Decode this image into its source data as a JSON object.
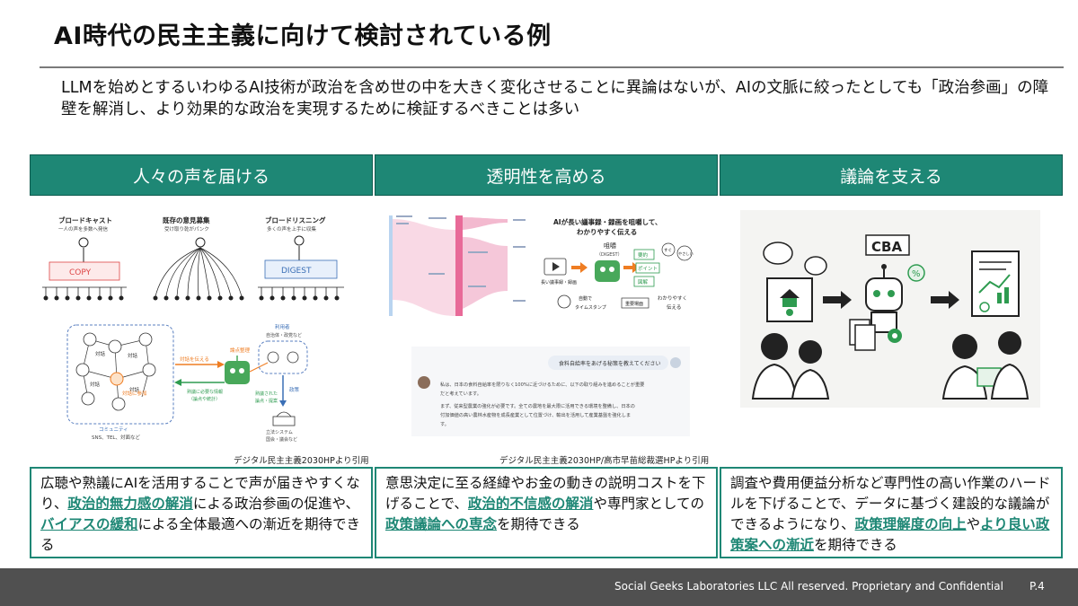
{
  "title": "AI時代の民主主義に向けて検討されている例",
  "intro": "LLMを始めとするいわゆるAI技術が政治を含め世の中を大きく変化させることに異論はないが、AIの文脈に絞ったとしても「政治参画」の障壁を解消し、より効果的な政治を実現するために検証するべきことは多い",
  "columns": [
    {
      "header": "人々の声を届ける",
      "credit": "デジタル民主主義2030HPより引用",
      "desc": {
        "p1": "広聴や熟議にAIを活用することで声が届きやすくなり、",
        "h1": "政治的無力感の解消",
        "p2": "による政治参画の促進や、",
        "h2": "バイアスの緩和",
        "p3": "による全体最適への漸近を期待できる"
      },
      "illus": {
        "broadcast_title": "ブロードキャスト",
        "broadcast_sub": "一人の声を多数へ発信",
        "existing_title": "既存の意見募集",
        "existing_sub": "受け取り乾がパンク",
        "listening_title": "ブロードリスニング",
        "listening_sub": "多くの声を上手に収集",
        "copy_label": "COPY",
        "digest_label": "DIGEST",
        "dialog_label": "対話",
        "convey_label": "対話を伝える",
        "join_label": "対話に参加",
        "issues_label": "論点整理",
        "needed_info": "熟議に必要な情報",
        "needed_info_sub": "（論点や統計）",
        "clustered": "熟議された",
        "clustered_sub": "論点・提案",
        "user_label": "利用者",
        "user_sub": "自治体・政党など",
        "policy_label": "政策",
        "legislature": "立法システム",
        "legislature_sub": "国会・議会など",
        "community_label": "コミュニティ",
        "community_sub": "SNS、TEL、対面など"
      }
    },
    {
      "header": "透明性を高める",
      "credit": "デジタル民主主義2030HP/高市早苗総裁選HPより引用",
      "desc": {
        "p1": "意思決定に至る経緯やお金の動きの説明コストを下げることで、",
        "h1": "政治的不信感の解消",
        "p2": "や専門家としての",
        "h2": "政策議論への専念",
        "p3": "を期待できる"
      },
      "illus": {
        "digest_title": "AIが長い議事録・録画を咀嚼して、",
        "digest_title2": "わかりやすく伝える",
        "chew_label": "咀嚼",
        "chew_sub": "（DIGEST）",
        "summary_tag": "要約",
        "point_tag": "ポイント",
        "diagram_tag": "図解",
        "minutes_label": "長い議事録・録画",
        "auto_label": "自動で",
        "timestamp_label": "タイムスタンプ",
        "key_label": "重要場面",
        "clear_label": "わかりやすく",
        "clear_label2": "伝える",
        "quick_label": "すぐ",
        "easy_label": "やさしい",
        "chat_question": "食料自給率をあげる秘策を教えてください",
        "chat_answer1": "私は、日本の食料自給率を限りなく100%に近づけるために、以下の取り組みを進めることが重要",
        "chat_answer2": "だと考えています。",
        "chat_answer3": "まず、従来型農業の強化が必要です。全ての農地を最大限に活用できる環境を整備し、日本の",
        "chat_answer4": "付加価値の高い農林水産物を成長産業として位置づけ、輸出を活用して産業基盤を強化しま",
        "chat_answer5": "す。"
      }
    },
    {
      "header": "議論を支える",
      "credit": "",
      "desc": {
        "p1": "調査や費用便益分析など専門性の高い作業のハードルを下げることで、データに基づく建設的な議論ができるようになり、",
        "h1": "政策理解度の向上",
        "p2": "や",
        "h2": "より良い政策案への漸近",
        "p3": "を期待できる"
      },
      "illus": {
        "cba_label": "CBA"
      }
    }
  ],
  "footer": {
    "text": "Social Geeks Laboratories LLC All reserved. Proprietary and Confidential",
    "page": "P.4"
  },
  "colors": {
    "accent": "#1e8775",
    "footer_bg": "#505050",
    "orange": "#ef7d22",
    "blue": "#3b6fb6",
    "pink": "#f3a9c5"
  }
}
